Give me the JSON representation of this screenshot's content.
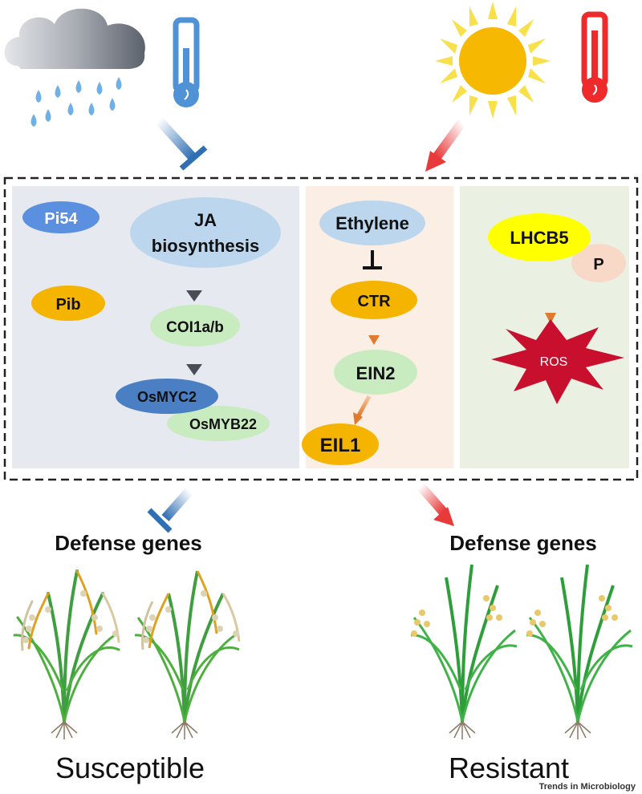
{
  "panels": {
    "ja": {
      "pi54": "Pi54",
      "pib": "Pib",
      "ja_line1": "JA",
      "ja_line2": "biosynthesis",
      "coi": "COI1a/b",
      "osmyc2": "OsMYC2",
      "osmyb22": "OsMYB22"
    },
    "ethylene": {
      "ethylene": "Ethylene",
      "ctr": "CTR",
      "ein2": "EIN2",
      "eil1": "EIL1"
    },
    "ros": {
      "lhcb5": "LHCB5",
      "p": "P",
      "ros": "ROS"
    }
  },
  "outcomes": {
    "left_genes": "Defense genes",
    "right_genes": "Defense genes",
    "left_label": "Susceptible",
    "right_label": "Resistant"
  },
  "footer": {
    "credit": "Trends in Microbiology"
  },
  "icons": {
    "cold": [
      "rain-cloud-icon",
      "cold-thermometer-icon"
    ],
    "hot": [
      "sun-icon",
      "hot-thermometer-icon"
    ],
    "plants": [
      "diseased-rice-plant-icon",
      "healthy-rice-plant-icon"
    ]
  },
  "colors": {
    "panel_ja": "#e6e9ef",
    "panel_ethylene": "#fbeee4",
    "panel_ros": "#eaf1e2",
    "node_blue_light": "#bcd6ee",
    "node_blue": "#5b8fe0",
    "node_blue_dark": "#4a7fc4",
    "node_green": "#c8ecc0",
    "node_orange": "#f5b400",
    "node_yellow": "#ffff00",
    "node_peach": "#f8d9c8",
    "ros_star": "#c8102e",
    "cold_arrow": "#2f6fb3",
    "hot_arrow": "#e83a3a",
    "sun": "#f6b800",
    "thermo_cold": "#4f93d6",
    "thermo_hot": "#ee2a2a"
  }
}
